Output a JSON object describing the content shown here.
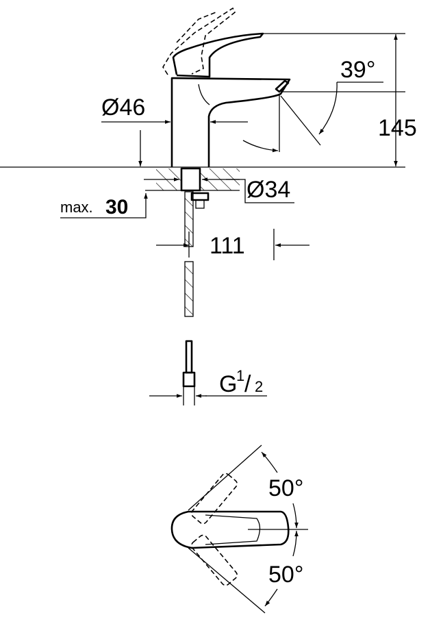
{
  "drawing": {
    "height_label": "145",
    "spout_angle_label": "39°",
    "body_diameter_label": "Ø46",
    "hole_diameter_label": "Ø34",
    "deck_thickness_label_prefix": "max.",
    "deck_thickness_label_value": "30",
    "spout_reach_label": "111",
    "connection_label_main": "G",
    "connection_label_num": "1",
    "connection_label_den": "2",
    "rotation_left_label": "50°",
    "rotation_right_label": "50°"
  }
}
